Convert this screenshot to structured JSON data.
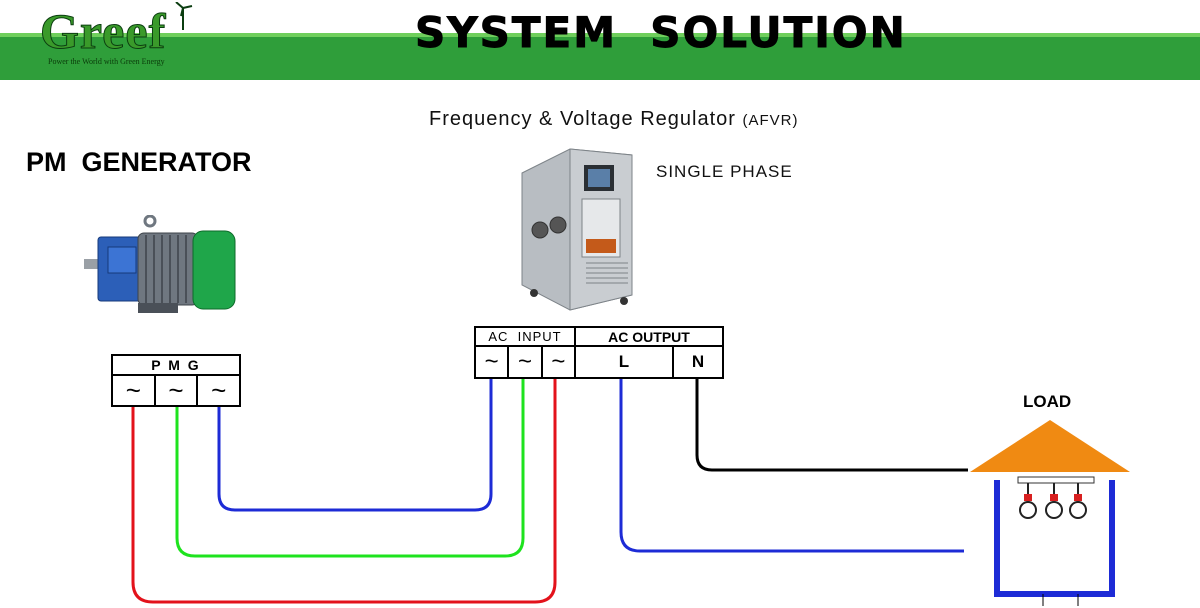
{
  "header": {
    "brand": "Greef",
    "tagline": "Power the World with Green Energy",
    "title": "SYSTEM  SOLUTION",
    "band_color": "#2f9e3a",
    "brand_color": "#3a9a2a"
  },
  "regulator": {
    "title": "Frequency & Voltage Regulator",
    "abbr": "(AFVR)",
    "phase": "SINGLE PHASE"
  },
  "generator": {
    "title": "PM  GENERATOR",
    "terminal_label": "P M G",
    "terminals": [
      "~",
      "~",
      "~"
    ]
  },
  "terminal_block": {
    "input_label": "AC  INPUT",
    "output_label": "AC OUTPUT",
    "inputs": [
      "~",
      "~",
      "~"
    ],
    "output_l": "L",
    "output_n": "N"
  },
  "load": {
    "title": "LOAD",
    "roof_color": "#f08a12",
    "bulb_count": 3
  },
  "wire_colors": {
    "red": "#e3121b",
    "green": "#1ee31e",
    "blue": "#1d2bd6",
    "black": "#000000"
  }
}
